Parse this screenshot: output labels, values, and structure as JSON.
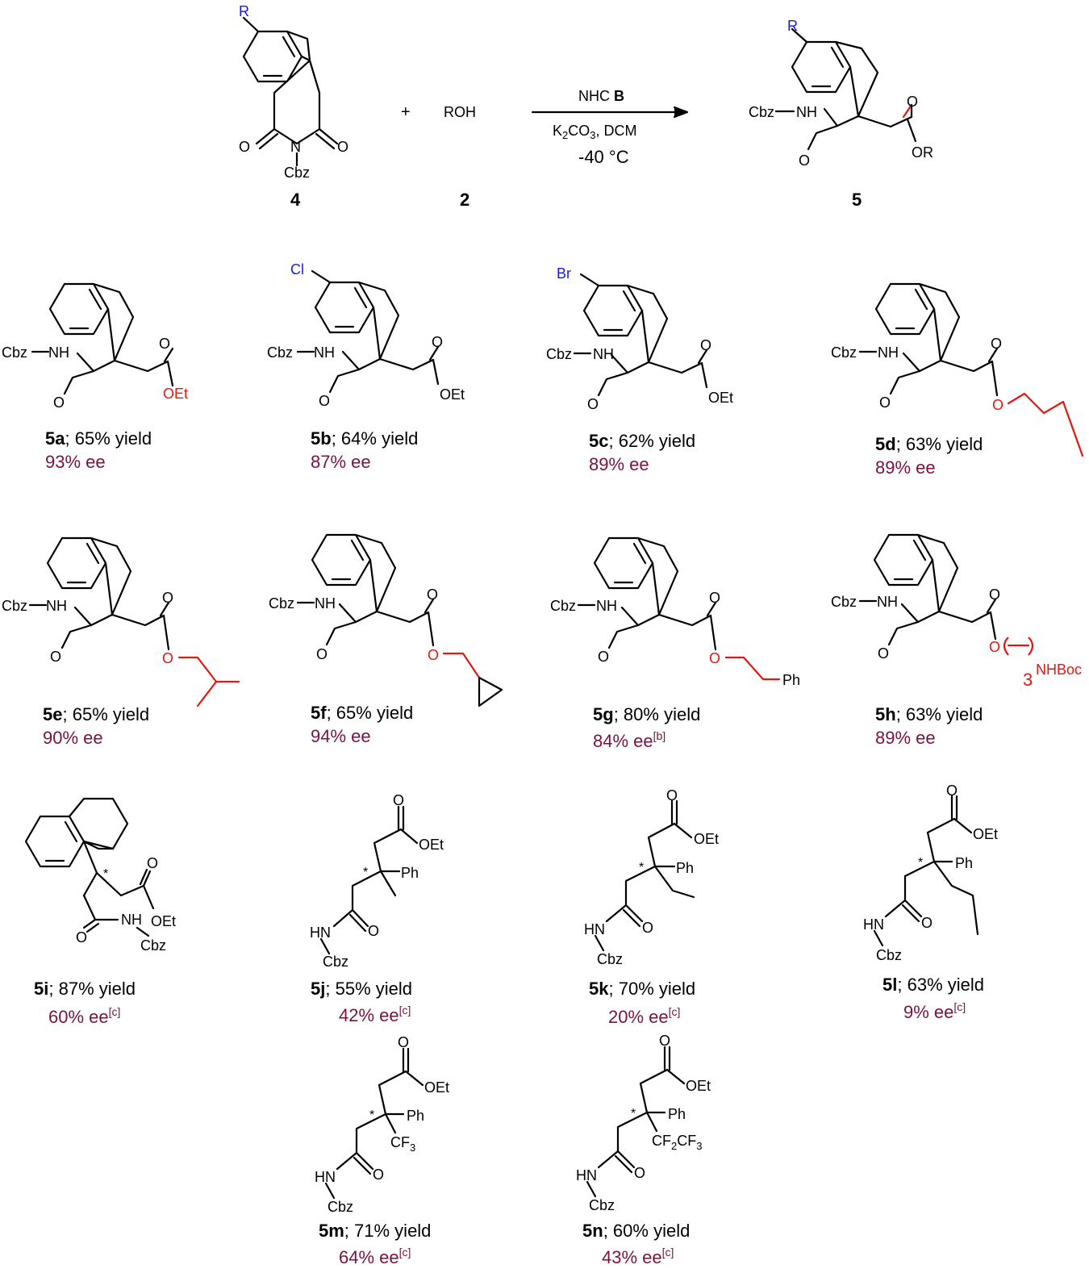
{
  "scheme": {
    "reactant_substrate": {
      "label": "4",
      "substituent": "R",
      "protecting_group": "Cbz",
      "atoms": [
        "N",
        "O",
        "O"
      ]
    },
    "plus": "+",
    "reactant_alcohol": {
      "label": "2",
      "formula": "ROH"
    },
    "conditions": {
      "catalyst_prefix": "NHC",
      "catalyst_bold": "B",
      "base": "K2CO3, DCM",
      "base_k": "K",
      "base_sub2": "2",
      "base_co": "CO",
      "base_sub3": "3",
      "base_rest": ", DCM",
      "temperature": "-40 °C"
    },
    "product": {
      "label": "5",
      "substituent": "R",
      "amide": "Cbz",
      "nh": "NH",
      "ester_o": "O",
      "ester_or": "OR",
      "amide_o": "O"
    }
  },
  "products": [
    {
      "id": "5a",
      "yield": "65% yield",
      "ee": "93% ee",
      "note": "",
      "ester": "OEt",
      "ring_sub": ""
    },
    {
      "id": "5b",
      "yield": "64% yield",
      "ee": "87% ee",
      "note": "",
      "ester": "OEt",
      "ring_sub": "Cl"
    },
    {
      "id": "5c",
      "yield": "62% yield",
      "ee": "89% ee",
      "note": "",
      "ester": "OEt",
      "ring_sub": "Br"
    },
    {
      "id": "5d",
      "yield": "63% yield",
      "ee": "89% ee",
      "note": "",
      "ester": "O",
      "ring_sub": ""
    },
    {
      "id": "5e",
      "yield": "65% yield",
      "ee": "90% ee",
      "note": "",
      "ester": "O",
      "ring_sub": ""
    },
    {
      "id": "5f",
      "yield": "65% yield",
      "ee": "94% ee",
      "note": "",
      "ester": "O",
      "ring_sub": ""
    },
    {
      "id": "5g",
      "yield": "80% yield",
      "ee": "84% ee",
      "note": "[b]",
      "ester": "O",
      "tail": "Ph",
      "ring_sub": ""
    },
    {
      "id": "5h",
      "yield": "63% yield",
      "ee": "89% ee",
      "note": "",
      "ester": "O",
      "tail_n": "3",
      "tail": "NHBoc",
      "ring_sub": ""
    },
    {
      "id": "5i",
      "yield": "87% yield",
      "ee": "60% ee",
      "note": "[c]",
      "ester": "OEt"
    },
    {
      "id": "5j",
      "yield": "55% yield",
      "ee": "42% ee",
      "note": "[c]",
      "ester": "OEt",
      "aryl": "Ph"
    },
    {
      "id": "5k",
      "yield": "70% yield",
      "ee": "20% ee",
      "note": "[c]",
      "ester": "OEt",
      "aryl": "Ph"
    },
    {
      "id": "5l",
      "yield": "63% yield",
      "ee": "9% ee",
      "note": "[c]",
      "ester": "OEt",
      "aryl": "Ph"
    },
    {
      "id": "5m",
      "yield": "71% yield",
      "ee": "64% ee",
      "note": "[c]",
      "ester": "OEt",
      "aryl": "Ph",
      "cf": "CF",
      "cf_sub": "3"
    },
    {
      "id": "5n",
      "yield": "60% yield",
      "ee": "43% ee",
      "note": "[c]",
      "ester": "OEt",
      "aryl": "Ph",
      "cf": "CF",
      "cf_sub": "2",
      "cf2": "CF",
      "cf2_sub": "3"
    }
  ],
  "common_labels": {
    "cbz_nh": "Cbz",
    "nh": "NH",
    "o": "O",
    "hn": "HN",
    "cbz": "Cbz",
    "star": "*"
  },
  "colors": {
    "highlight": "#e6150f",
    "substituent": "#1a1ae0",
    "ee": "#7d1042"
  }
}
